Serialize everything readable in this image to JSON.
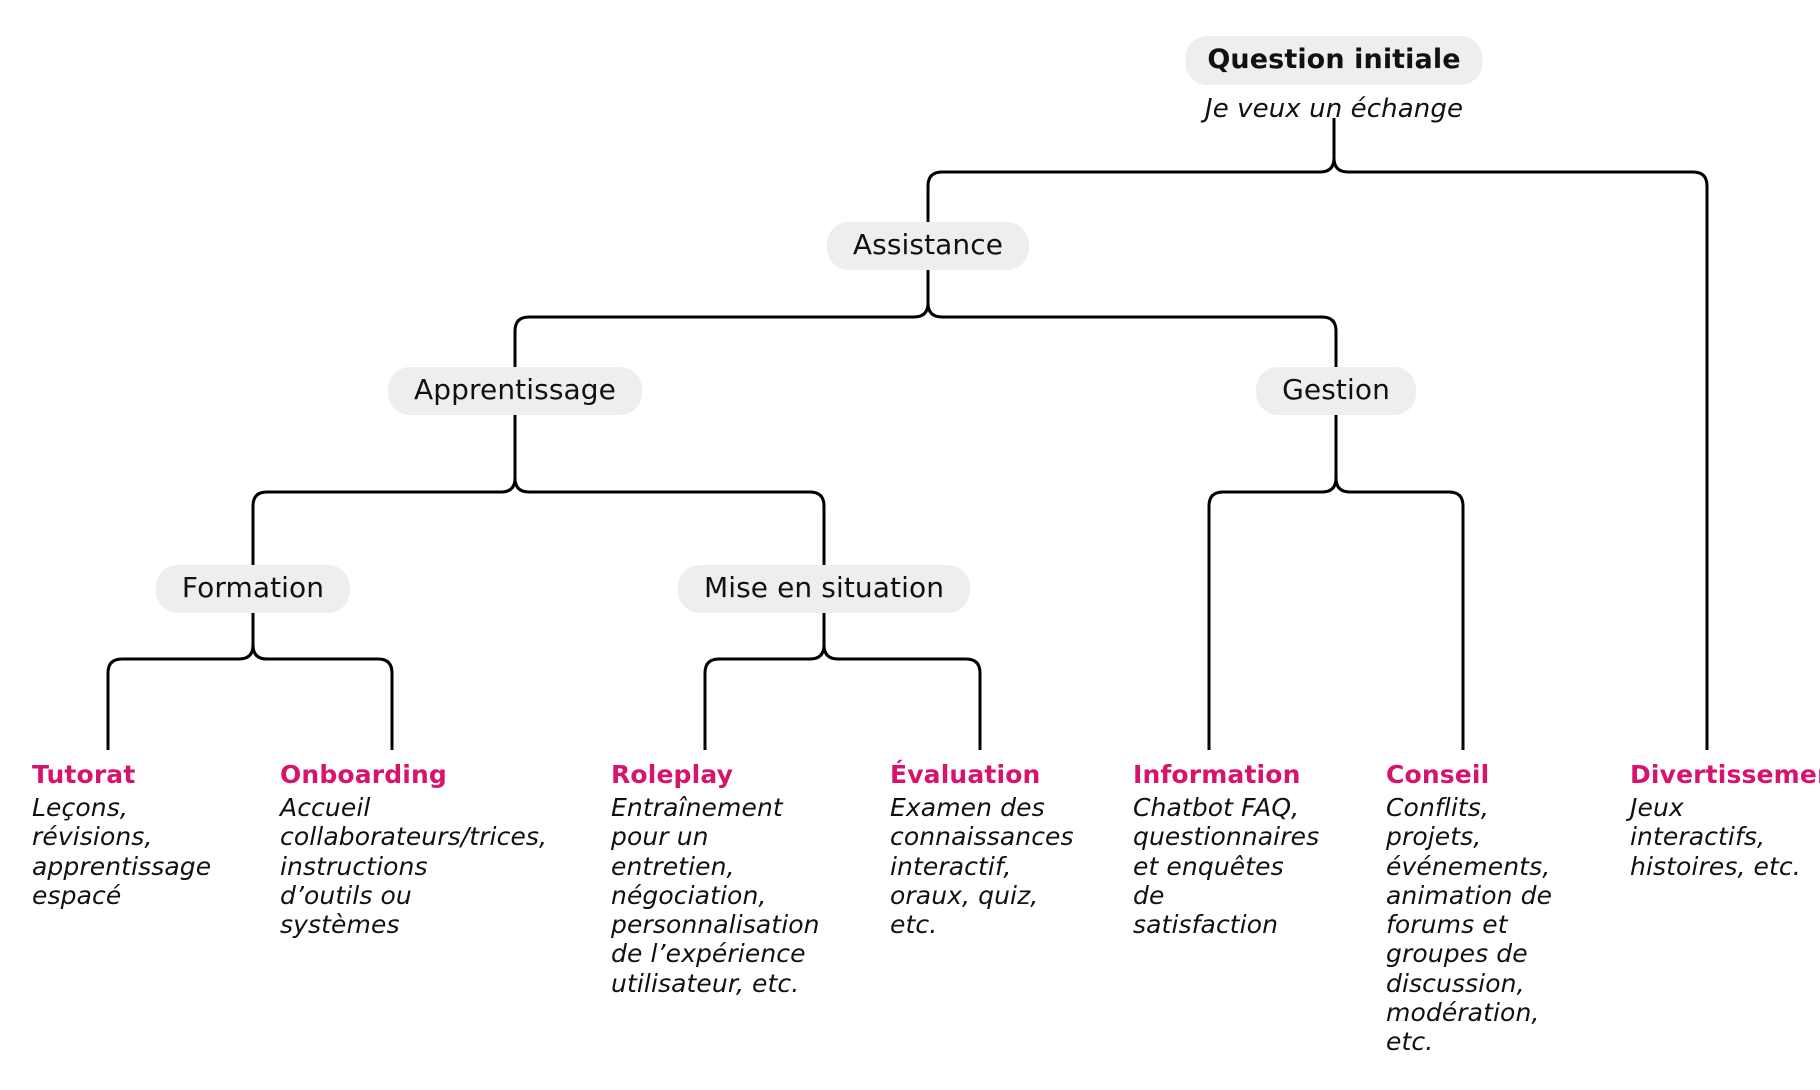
{
  "diagram": {
    "type": "tree",
    "accent_color": "#d6146e",
    "node_fill": "#eeeeee",
    "text_color": "#111111",
    "line_color": "#000000",
    "root": {
      "label": "Question initiale",
      "subtitle": "Je veux un échange"
    },
    "nodes": [
      {
        "id": "assistance",
        "label": "Assistance",
        "level": 1
      },
      {
        "id": "apprentissage",
        "label": "Apprentissage",
        "level": 2
      },
      {
        "id": "gestion",
        "label": "Gestion",
        "level": 2
      },
      {
        "id": "formation",
        "label": "Formation",
        "level": 3
      },
      {
        "id": "mise-en-situation",
        "label": "Mise en situation",
        "level": 3
      }
    ],
    "leaves": [
      {
        "id": "tutorat",
        "title": "Tutorat",
        "desc": "Leçons, révisions, apprentissage espacé"
      },
      {
        "id": "onboarding",
        "title": "Onboarding",
        "desc": "Accueil collaborateurs/trices, instructions d’outils ou systèmes"
      },
      {
        "id": "roleplay",
        "title": "Roleplay",
        "desc": "Entraînement pour un entretien, négociation, personnalisation de l’expérience utilisateur, etc."
      },
      {
        "id": "evaluation",
        "title": "Évaluation",
        "desc": "Examen des connaissances interactif, oraux, quiz, etc."
      },
      {
        "id": "information",
        "title": "Information",
        "desc": "Chatbot FAQ, questionnaires et enquêtes de satisfaction"
      },
      {
        "id": "conseil",
        "title": "Conseil",
        "desc": "Conflits, projets, événements, animation de forums et groupes de discussion, modération, etc."
      },
      {
        "id": "divertissement",
        "title": "Divertissement",
        "desc": "Jeux interactifs, histoires, etc."
      }
    ]
  }
}
